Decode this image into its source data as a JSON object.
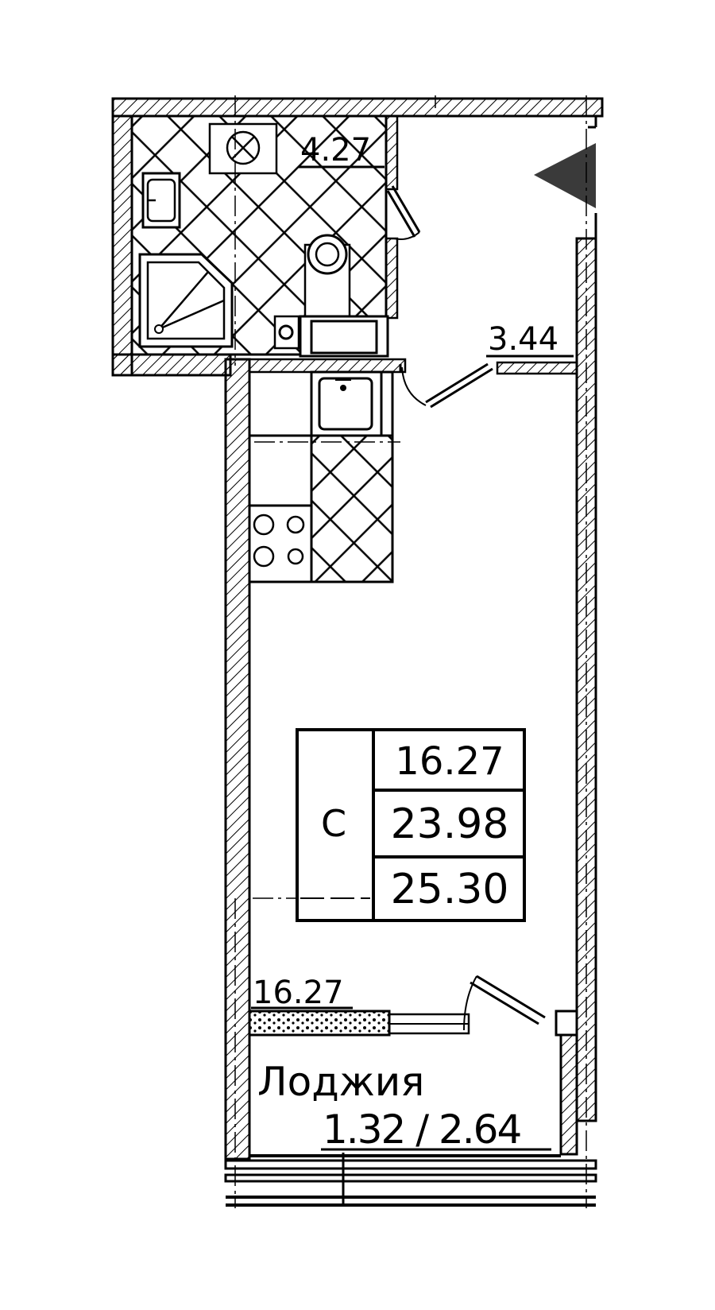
{
  "rooms": {
    "bathroom_area": "4.27",
    "hall_area": "3.44",
    "living_area_label": "16.27",
    "loggia_name": "Лоджия",
    "loggia_area": "1.32 / 2.64"
  },
  "summary_table": {
    "type_code": "C",
    "living_area": "16.27",
    "total_area": "23.98",
    "total_with_loggia": "25.30"
  },
  "colors": {
    "line": "#000000",
    "background": "#ffffff",
    "arrow": "#3a3a3a"
  }
}
